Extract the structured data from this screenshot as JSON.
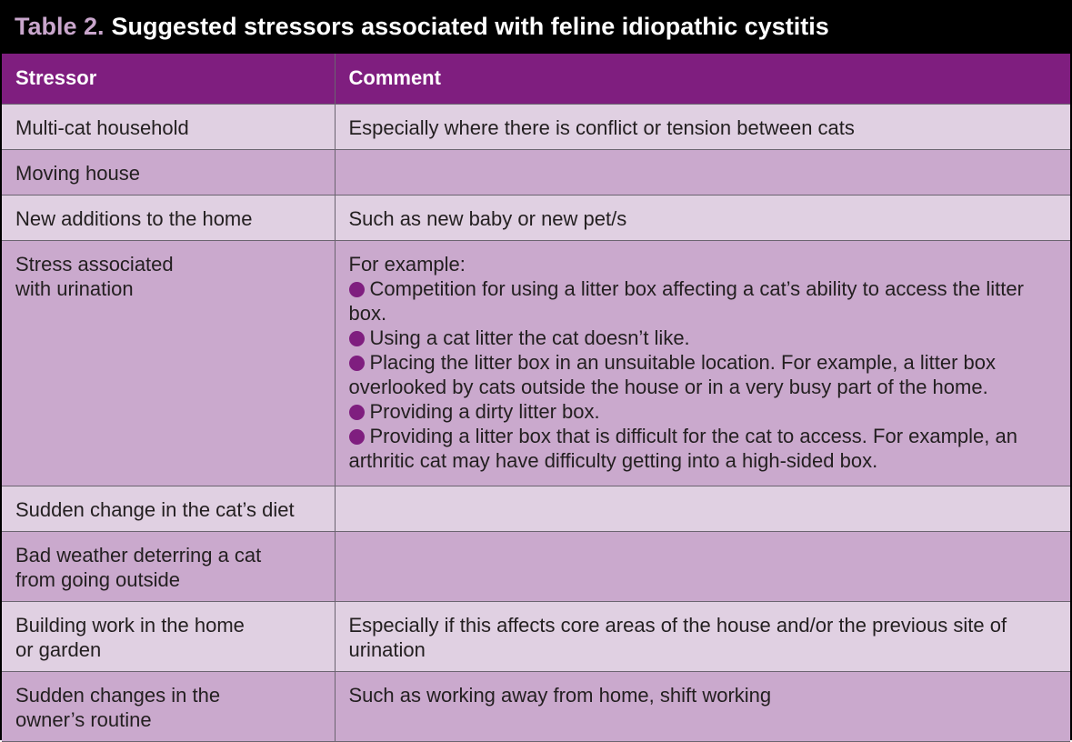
{
  "title": {
    "label": "Table 2.",
    "text": "Suggested stressors associated with feline idiopathic cystitis"
  },
  "headers": [
    "Stressor",
    "Comment"
  ],
  "rows": [
    {
      "stressor": [
        "Multi-cat household"
      ],
      "comment": "Especially where there is conflict or tension between cats"
    },
    {
      "stressor": [
        "Moving house"
      ],
      "comment": ""
    },
    {
      "stressor": [
        "New additions to the home"
      ],
      "comment": "Such as new baby or new pet/s"
    },
    {
      "stressor": [
        "Stress associated",
        "with urination"
      ],
      "comment": "For example:",
      "bullets": [
        "Competition for using a litter box affecting a cat’s ability to access the litter box.",
        "Using a cat litter the cat doesn’t like.",
        "Placing the litter box in an unsuitable location. For example, a litter box overlooked by cats outside the house or in a very busy part of the home.",
        "Providing a dirty litter box.",
        "Providing a litter box that is difficult for the cat to access. For example, an arthritic cat may have difficulty getting into a high-sided box."
      ]
    },
    {
      "stressor": [
        "Sudden change in the cat’s diet"
      ],
      "comment": ""
    },
    {
      "stressor": [
        "Bad weather deterring a cat",
        "from going outside"
      ],
      "comment": ""
    },
    {
      "stressor": [
        "Building work in the home",
        "or garden"
      ],
      "comment": "Especially if this affects core areas of the house and/or the previous site of urination"
    },
    {
      "stressor": [
        "Sudden changes in the",
        "owner’s routine"
      ],
      "comment": "Such as working away from home, shift working"
    }
  ],
  "colors": {
    "title_bg": "#000000",
    "title_label": "#c9a6cc",
    "header_bg": "#7f1e7f",
    "row_light": "#e0d0e2",
    "row_dark": "#caa9cd",
    "bullet": "#7f1e7f"
  }
}
